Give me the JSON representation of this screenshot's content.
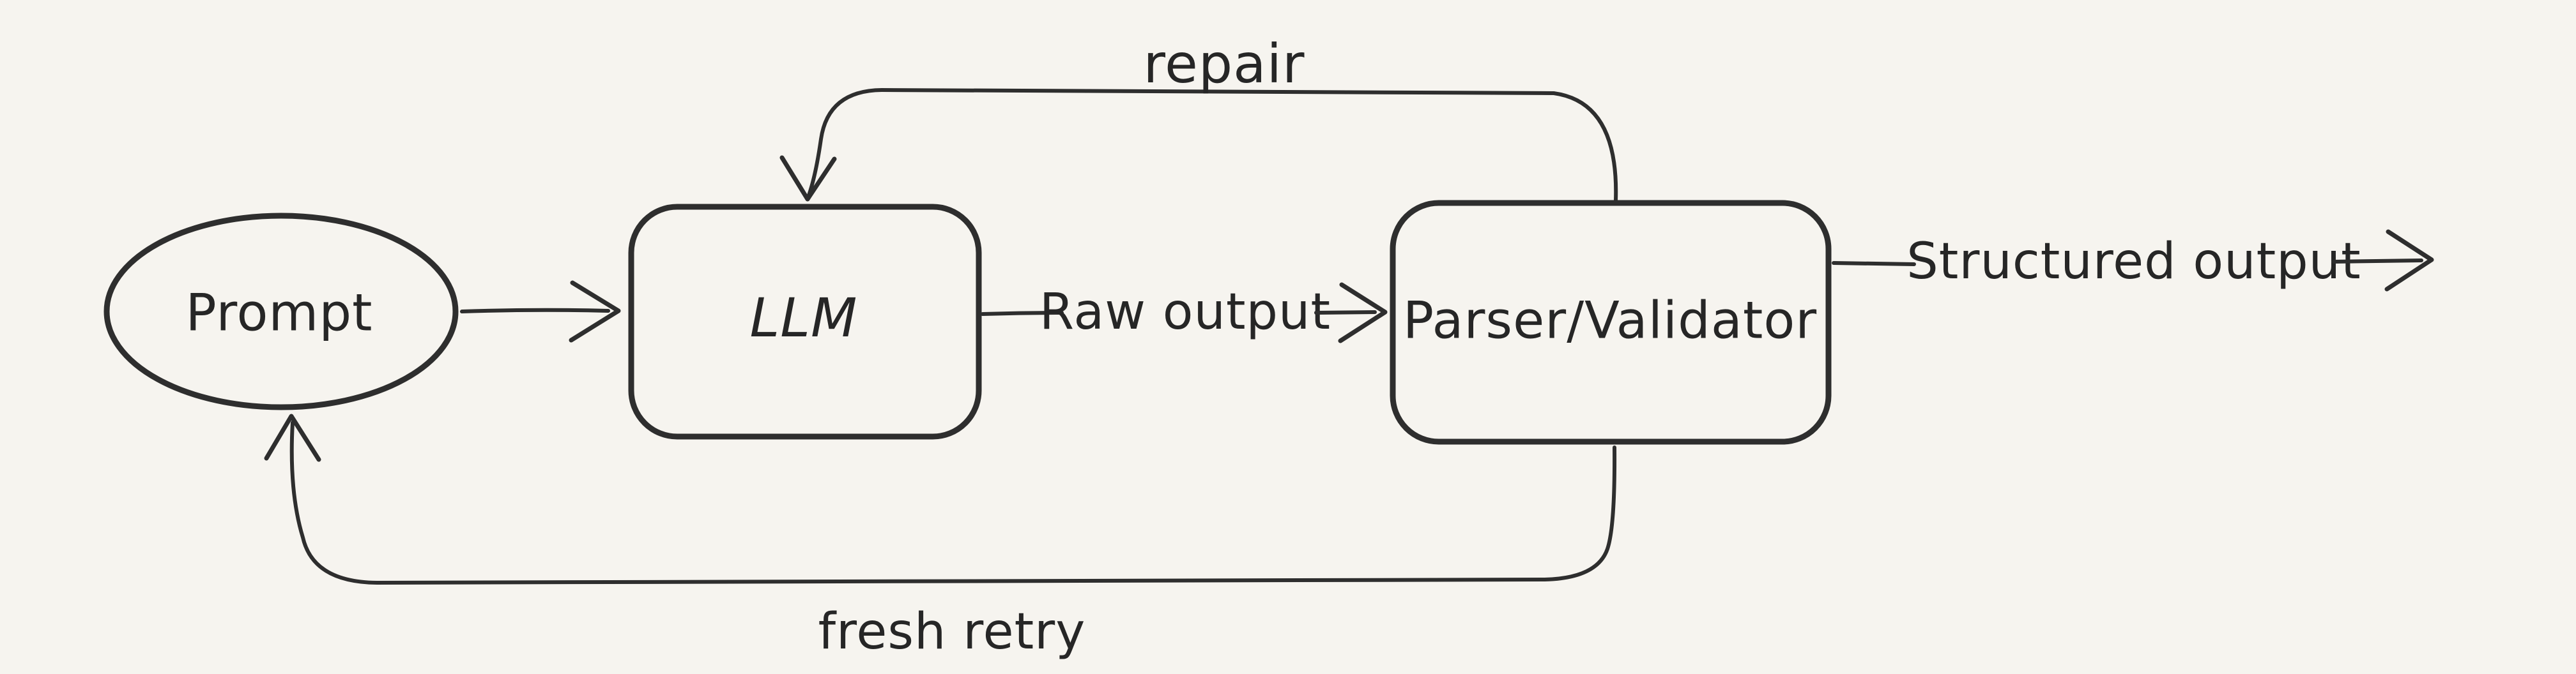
{
  "canvas": {
    "background": "#f6f4ef",
    "stroke_color": "#2e2e2e",
    "text_color": "#262626"
  },
  "diagram": {
    "type": "flowchart",
    "style": "hand-drawn sketch",
    "nodes": [
      {
        "id": "prompt",
        "shape": "ellipse",
        "label": "Prompt"
      },
      {
        "id": "llm",
        "shape": "rounded-rect",
        "label": "LLM"
      },
      {
        "id": "parser",
        "shape": "rounded-rect",
        "label": "Parser/Validator"
      }
    ],
    "edges": [
      {
        "from": "prompt",
        "to": "llm",
        "label": ""
      },
      {
        "from": "llm",
        "to": "parser",
        "label": "Raw output"
      },
      {
        "from": "parser",
        "to": "outside-right",
        "label": "Structured output"
      },
      {
        "from": "parser",
        "to": "llm",
        "label": "repair",
        "route": "top-loop"
      },
      {
        "from": "parser",
        "to": "prompt",
        "label": "fresh retry",
        "route": "bottom-loop"
      }
    ]
  }
}
